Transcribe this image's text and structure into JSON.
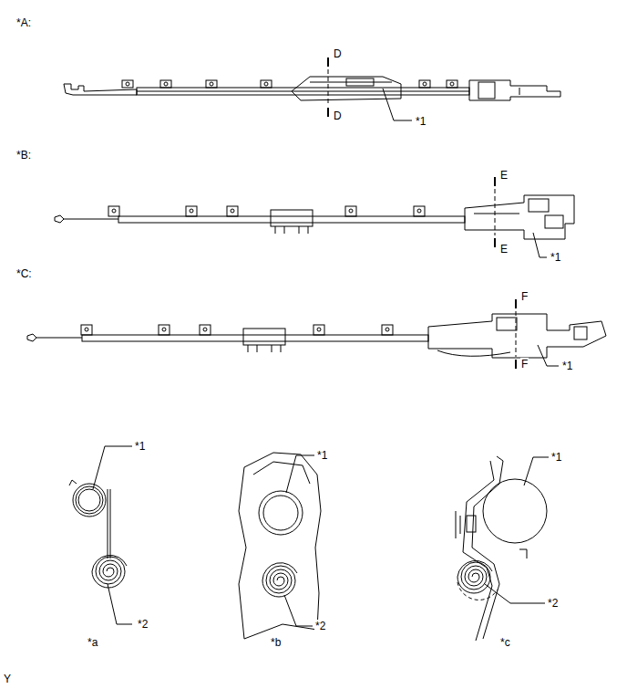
{
  "diagram": {
    "labels": [
      "*A:",
      "D",
      "D",
      "*1",
      "*B:",
      "E",
      "E",
      "*1",
      "*C:",
      "F",
      "F",
      "*1",
      "*1",
      "*2",
      "*a",
      "*1",
      "*2",
      "*b",
      "*1",
      "*2",
      "*c",
      "Y"
    ]
  }
}
